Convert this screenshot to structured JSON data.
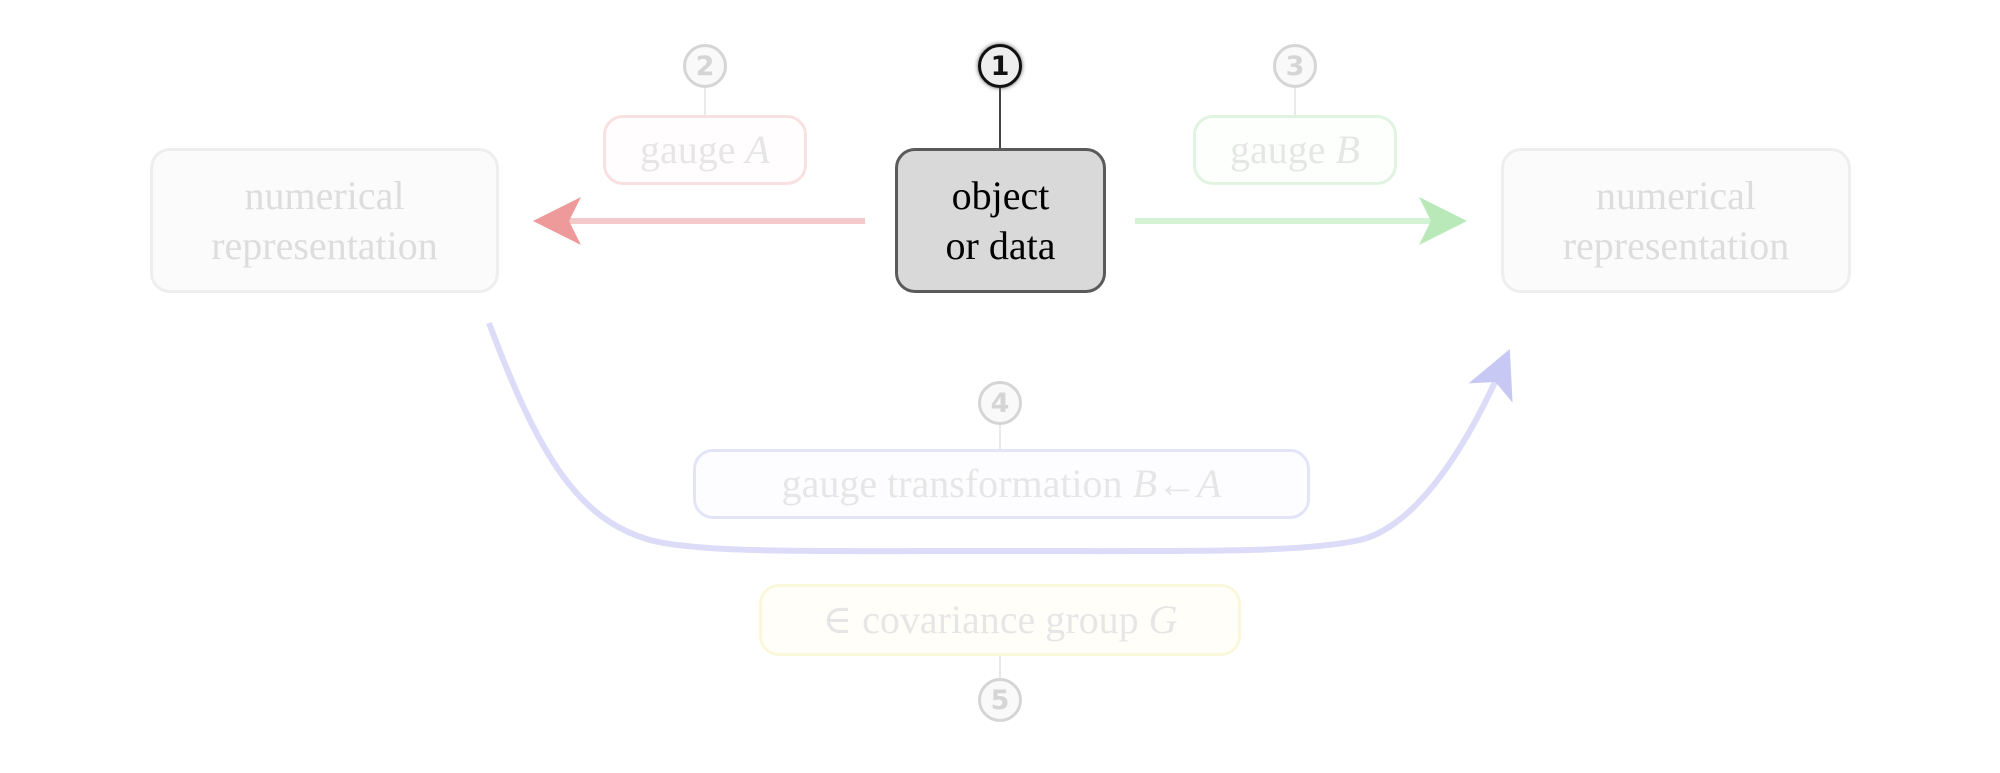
{
  "markers": {
    "m1": "1",
    "m2": "2",
    "m3": "3",
    "m4": "4",
    "m5": "5"
  },
  "center_box": {
    "line1": "object",
    "line2": "or data"
  },
  "gauge_a": {
    "text": "gauge ",
    "var": "A"
  },
  "gauge_b": {
    "text": "gauge ",
    "var": "B"
  },
  "left_box": {
    "line1": "numerical",
    "line2": "representation"
  },
  "right_box": {
    "line1": "numerical",
    "line2": "representation"
  },
  "transformation": {
    "text": "gauge transformation ",
    "var": "B←A"
  },
  "covariance": {
    "text": "∈ covariance group ",
    "var": "G"
  },
  "colors": {
    "red": "#e88080",
    "green": "#80d080",
    "blue": "#8080e8",
    "yellow": "#e8e060",
    "center_fill": "#d9d9d9",
    "center_border": "#555555"
  }
}
